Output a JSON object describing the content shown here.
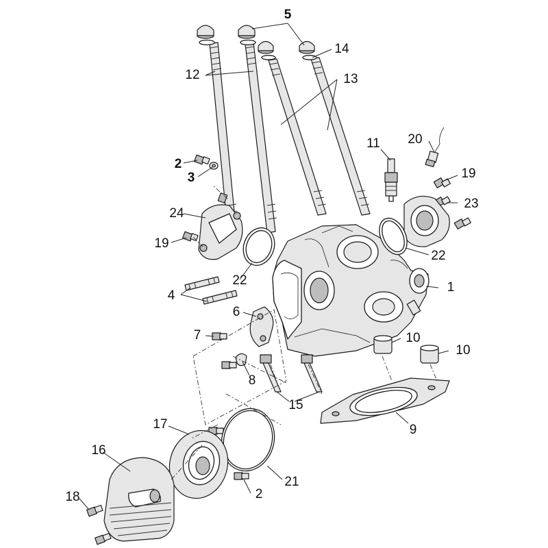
{
  "callouts": [
    {
      "id": "c1",
      "text": "1",
      "bold": false
    },
    {
      "id": "c2a",
      "text": "2",
      "bold": true
    },
    {
      "id": "c2b",
      "text": "2",
      "bold": false
    },
    {
      "id": "c3",
      "text": "3",
      "bold": true
    },
    {
      "id": "c4",
      "text": "4",
      "bold": false
    },
    {
      "id": "c5",
      "text": "5",
      "bold": true
    },
    {
      "id": "c6",
      "text": "6",
      "bold": false
    },
    {
      "id": "c7",
      "text": "7",
      "bold": false
    },
    {
      "id": "c8",
      "text": "8",
      "bold": false
    },
    {
      "id": "c9",
      "text": "9",
      "bold": false
    },
    {
      "id": "c10a",
      "text": "10",
      "bold": false
    },
    {
      "id": "c10b",
      "text": "10",
      "bold": false
    },
    {
      "id": "c11",
      "text": "11",
      "bold": false
    },
    {
      "id": "c12",
      "text": "12",
      "bold": false
    },
    {
      "id": "c13",
      "text": "13",
      "bold": false
    },
    {
      "id": "c14",
      "text": "14",
      "bold": false
    },
    {
      "id": "c15",
      "text": "15",
      "bold": false
    },
    {
      "id": "c16",
      "text": "16",
      "bold": false
    },
    {
      "id": "c17",
      "text": "17",
      "bold": false
    },
    {
      "id": "c18",
      "text": "18",
      "bold": false
    },
    {
      "id": "c19a",
      "text": "19",
      "bold": false
    },
    {
      "id": "c19b",
      "text": "19",
      "bold": false
    },
    {
      "id": "c20",
      "text": "20",
      "bold": false
    },
    {
      "id": "c21",
      "text": "21",
      "bold": false
    },
    {
      "id": "c22a",
      "text": "22",
      "bold": false
    },
    {
      "id": "c22b",
      "text": "22",
      "bold": false
    },
    {
      "id": "c23",
      "text": "23",
      "bold": false
    },
    {
      "id": "c24",
      "text": "24",
      "bold": false
    }
  ]
}
